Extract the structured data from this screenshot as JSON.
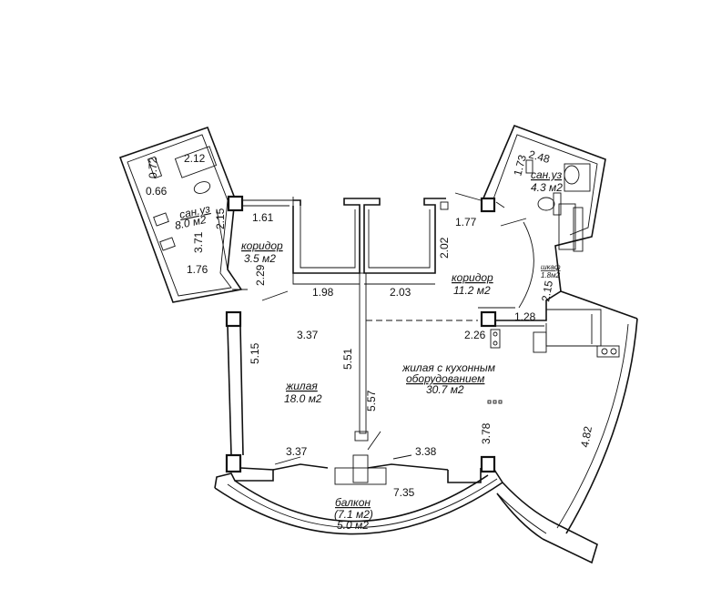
{
  "rooms": {
    "bath_left": {
      "name": "сан.уз",
      "area": "8.0 м2"
    },
    "corridor_left": {
      "name": "коридор",
      "area": "3.5 м2"
    },
    "living": {
      "name": "жилая",
      "area": "18.0 м2"
    },
    "living_kitchen": {
      "name_line1": "жилая  с  кухонным",
      "name_line2": "оборудованием",
      "area": "30.7 м2"
    },
    "corridor_right": {
      "name": "коридор",
      "area": "11.2 м2"
    },
    "bath_right": {
      "name": "сан.уз",
      "area": "4.3 м2"
    },
    "closet": {
      "name": "шкаф",
      "area": "1.8м2"
    },
    "balcony": {
      "name": "балкон",
      "area1": "(7.1 м2)",
      "area2": "5.0 м2"
    }
  },
  "dimensions": {
    "d_2_12": "2.12",
    "d_0_72": "0.72",
    "d_0_66": "0.66",
    "d_2_15_left": "2.15",
    "d_1_61": "1.61",
    "d_3_71": "3.71",
    "d_1_76": "1.76",
    "d_2_29": "2.29",
    "d_1_98": "1.98",
    "d_2_03": "2.03",
    "d_2_02": "2.02",
    "d_1_77": "1.77",
    "d_2_48": "2.48",
    "d_1_73": "1.73",
    "d_2_15_right": "2.15",
    "d_1_28": "1.28",
    "d_2_26": "2.26",
    "d_3_37_top": "3.37",
    "d_5_15": "5.15",
    "d_5_51": "5.51",
    "d_5_57": "5.57",
    "d_3_78": "3.78",
    "d_4_82": "4.82",
    "d_3_37_bottom": "3.37",
    "d_3_38": "3.38",
    "d_7_35": "7.35"
  }
}
